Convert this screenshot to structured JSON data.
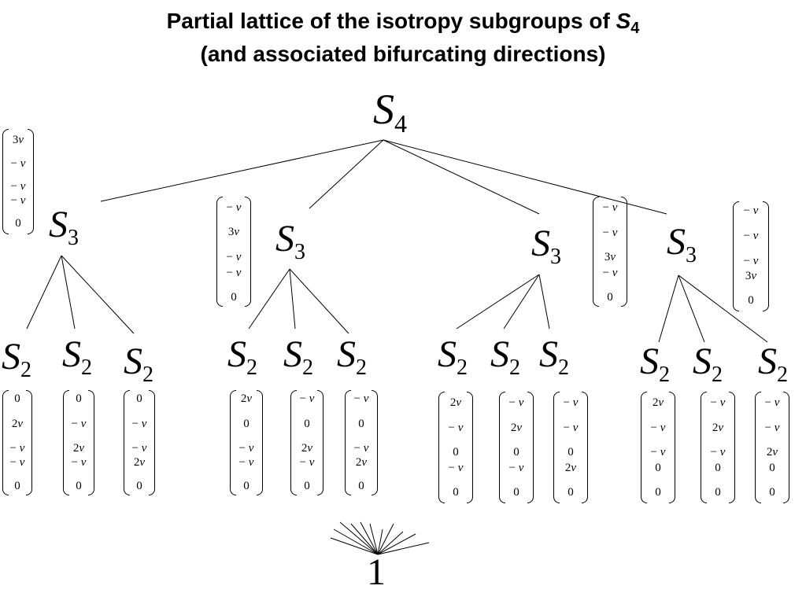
{
  "title": {
    "line1_prefix": "Partial lattice of the isotropy subgroups of ",
    "symbol": "S",
    "symbol_sub": "4",
    "line2": "(and associated bifurcating directions)"
  },
  "root": {
    "base": "S",
    "sub": "4"
  },
  "level1": [
    {
      "base": "S",
      "sub": "3",
      "vector": [
        "3v",
        "− v",
        "− v",
        "− v",
        "0"
      ],
      "children": [
        {
          "base": "S",
          "sub": "2",
          "vector": [
            "0",
            "2v",
            "− v",
            "− v",
            "0"
          ]
        },
        {
          "base": "S",
          "sub": "2",
          "vector": [
            "0",
            "− v",
            "2v",
            "− v",
            "0"
          ]
        },
        {
          "base": "S",
          "sub": "2",
          "vector": [
            "0",
            "− v",
            "− v",
            "2v",
            "0"
          ]
        }
      ]
    },
    {
      "base": "S",
      "sub": "3",
      "vector": [
        "− v",
        "3v",
        "− v",
        "− v",
        "0"
      ],
      "children": [
        {
          "base": "S",
          "sub": "2",
          "vector": [
            "2v",
            "0",
            "− v",
            "− v",
            "0"
          ]
        },
        {
          "base": "S",
          "sub": "2",
          "vector": [
            "− v",
            "0",
            "2v",
            "− v",
            "0"
          ]
        },
        {
          "base": "S",
          "sub": "2",
          "vector": [
            "− v",
            "0",
            "− v",
            "2v",
            "0"
          ]
        }
      ]
    },
    {
      "base": "S",
      "sub": "3",
      "vector": [
        "− v",
        "− v",
        "3v",
        "− v",
        "0"
      ],
      "children": [
        {
          "base": "S",
          "sub": "2",
          "vector": [
            "2v",
            "− v",
            "0",
            "− v",
            "0"
          ]
        },
        {
          "base": "S",
          "sub": "2",
          "vector": [
            "− v",
            "2v",
            "0",
            "− v",
            "0"
          ]
        },
        {
          "base": "S",
          "sub": "2",
          "vector": [
            "− v",
            "− v",
            "0",
            "2v",
            "0"
          ]
        }
      ]
    },
    {
      "base": "S",
      "sub": "3",
      "vector": [
        "− v",
        "− v",
        "− v",
        "3v",
        "0"
      ],
      "children": [
        {
          "base": "S",
          "sub": "2",
          "vector": [
            "2v",
            "− v",
            "− v",
            "0",
            "0"
          ]
        },
        {
          "base": "S",
          "sub": "2",
          "vector": [
            "− v",
            "2v",
            "− v",
            "0",
            "0"
          ]
        },
        {
          "base": "S",
          "sub": "2",
          "vector": [
            "− v",
            "− v",
            "2v",
            "0",
            "0"
          ]
        }
      ]
    }
  ],
  "bottom": "1"
}
